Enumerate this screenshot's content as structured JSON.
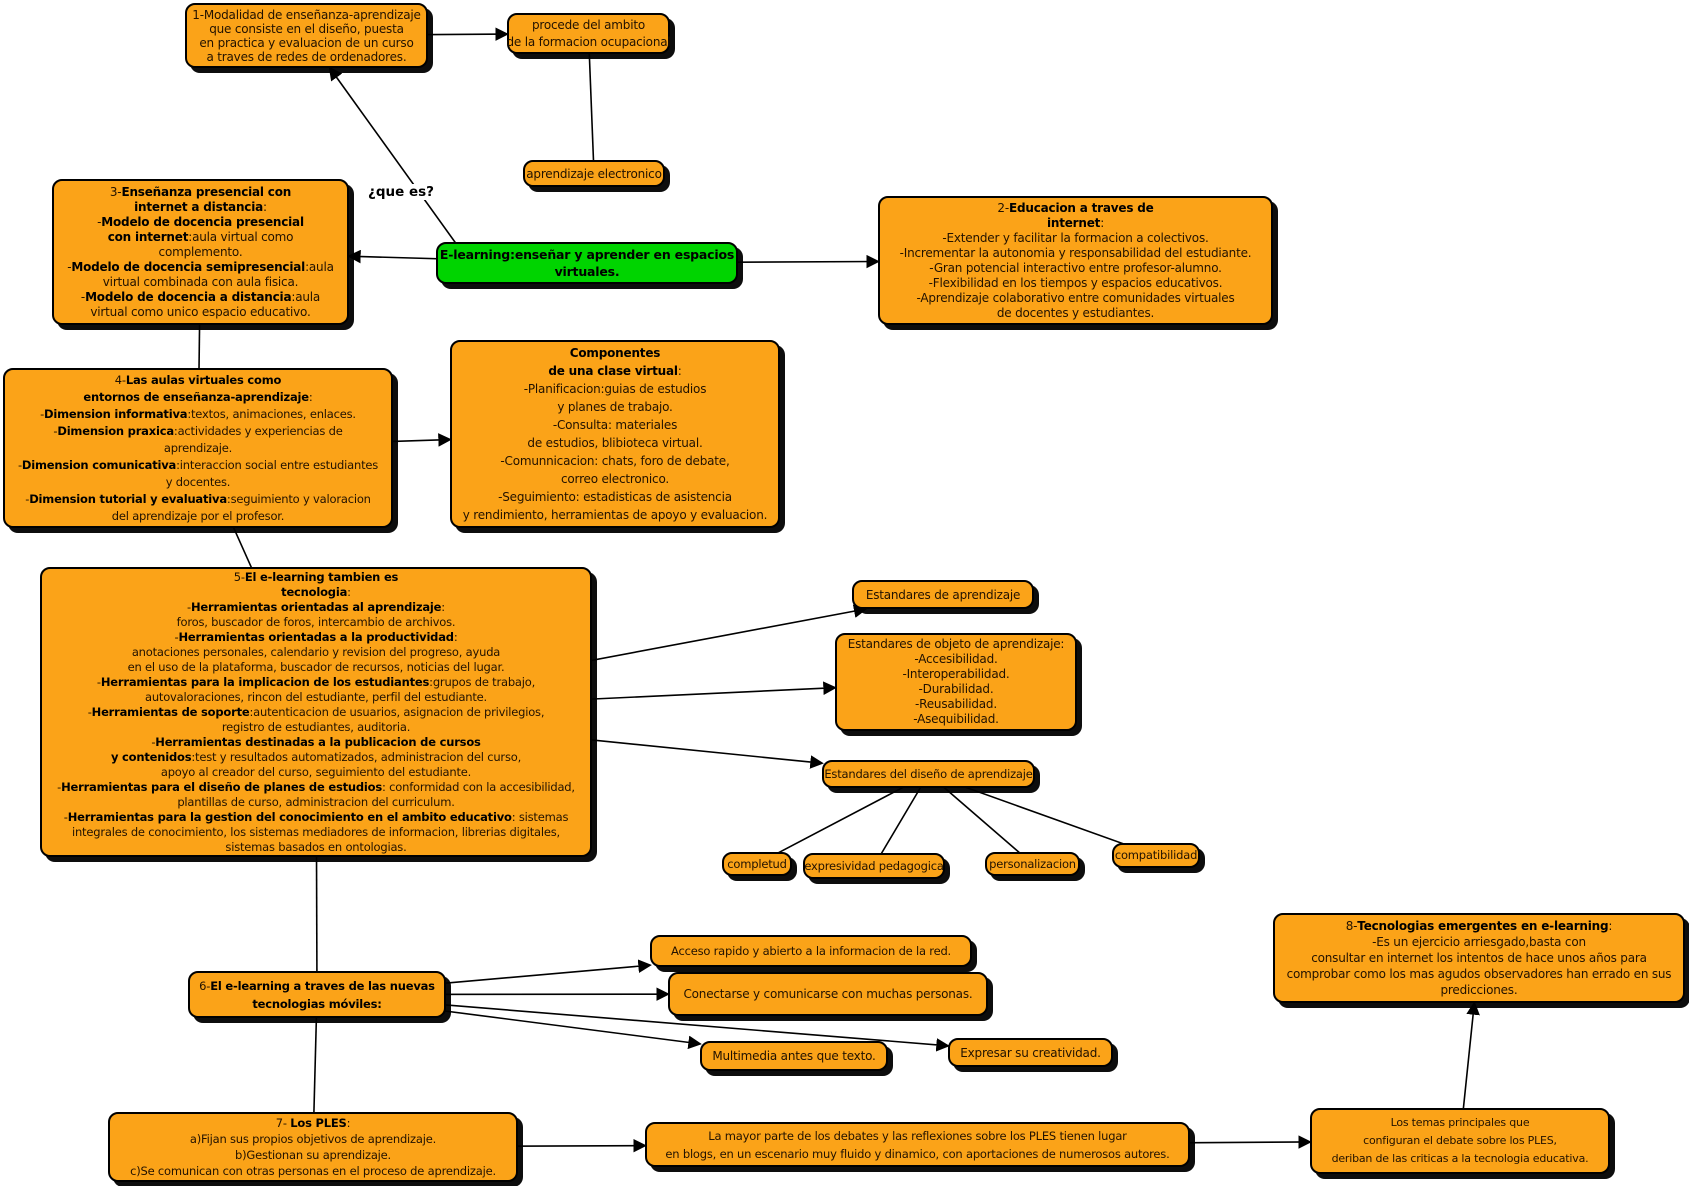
{
  "colors": {
    "node_fill": "#FBA318",
    "highlight_fill": "#00D400",
    "node_border": "#000000",
    "text": "#221200",
    "line": "#000000",
    "background": "#FFFFFF"
  },
  "edge_label": {
    "text": "¿que es?"
  },
  "nodes": [
    {
      "id": "modalidad",
      "kind": "concept",
      "lines": [
        [
          [
            "1-Modalidad de enseñanza-aprendizaje",
            false
          ]
        ],
        [
          [
            "que consiste en el diseño, puesta",
            false
          ]
        ],
        [
          [
            "en practica y evaluacion de un curso",
            false
          ]
        ],
        [
          [
            "a traves de redes de ordenadores.",
            false
          ]
        ]
      ]
    },
    {
      "id": "procede",
      "kind": "concept",
      "lines": [
        [
          [
            "procede del ambito",
            false
          ]
        ],
        [
          [
            "de la formacion ocupacional",
            false
          ]
        ]
      ]
    },
    {
      "id": "aprendizaje_electronico",
      "kind": "concept",
      "lines": [
        [
          [
            "aprendizaje electronico",
            false
          ]
        ]
      ]
    },
    {
      "id": "ensenanza_presencial",
      "kind": "concept",
      "lines": [
        [
          [
            "3-",
            false
          ],
          [
            "Enseñanza presencial con",
            true
          ]
        ],
        [
          [
            "internet a distancia",
            true
          ],
          [
            ":",
            false
          ]
        ],
        [
          [
            "-",
            false
          ],
          [
            "Modelo de docencia presencial",
            true
          ]
        ],
        [
          [
            "con internet",
            true
          ],
          [
            ":aula virtual como",
            false
          ]
        ],
        [
          [
            "complemento.",
            false
          ]
        ],
        [
          [
            "-",
            false
          ],
          [
            "Modelo de docencia semipresencial",
            true
          ],
          [
            ":aula",
            false
          ]
        ],
        [
          [
            "virtual combinada con aula fisica.",
            false
          ]
        ],
        [
          [
            "-",
            false
          ],
          [
            "Modelo de docencia a distancia",
            true
          ],
          [
            ":aula",
            false
          ]
        ],
        [
          [
            "virtual como unico espacio educativo.",
            false
          ]
        ]
      ]
    },
    {
      "id": "elearning",
      "kind": "highlight",
      "lines": [
        [
          [
            "E-learning:enseñar y aprender en espacios",
            true
          ]
        ],
        [
          [
            "virtuales.",
            true
          ]
        ]
      ]
    },
    {
      "id": "educacion_internet",
      "kind": "concept",
      "lines": [
        [
          [
            "2-",
            false
          ],
          [
            "Educacion a traves de",
            true
          ]
        ],
        [
          [
            "internet",
            true
          ],
          [
            ":",
            false
          ]
        ],
        [
          [
            "-Extender y facilitar la formacion a colectivos.",
            false
          ]
        ],
        [
          [
            "-Incrementar la autonomia y responsabilidad del estudiante.",
            false
          ]
        ],
        [
          [
            "-Gran potencial interactivo entre profesor-alumno.",
            false
          ]
        ],
        [
          [
            "-Flexibilidad en los tiempos y espacios educativos.",
            false
          ]
        ],
        [
          [
            "-Aprendizaje colaborativo entre comunidades virtuales",
            false
          ]
        ],
        [
          [
            "de docentes y estudiantes.",
            false
          ]
        ]
      ]
    },
    {
      "id": "aulas_virtuales",
      "kind": "concept",
      "lines": [
        [
          [
            "4-",
            false
          ],
          [
            "Las aulas virtuales como",
            true
          ]
        ],
        [
          [
            "entornos de enseñanza-aprendizaje",
            true
          ],
          [
            ":",
            false
          ]
        ],
        [
          [
            "-",
            false
          ],
          [
            "Dimension informativa",
            true
          ],
          [
            ":textos, animaciones, enlaces.",
            false
          ]
        ],
        [
          [
            "-",
            false
          ],
          [
            "Dimension praxica",
            true
          ],
          [
            ":actividades y experiencias de",
            false
          ]
        ],
        [
          [
            "aprendizaje.",
            false
          ]
        ],
        [
          [
            "-",
            false
          ],
          [
            "Dimension comunicativa",
            true
          ],
          [
            ":interaccion social entre estudiantes",
            false
          ]
        ],
        [
          [
            "y docentes.",
            false
          ]
        ],
        [
          [
            "-",
            false
          ],
          [
            "Dimension tutorial y evaluativa",
            true
          ],
          [
            ":seguimiento y valoracion",
            false
          ]
        ],
        [
          [
            "del aprendizaje por el profesor.",
            false
          ]
        ]
      ]
    },
    {
      "id": "componentes",
      "kind": "concept",
      "lines": [
        [
          [
            "Componentes",
            true
          ]
        ],
        [
          [
            "de una clase virtual",
            true
          ],
          [
            ":",
            false
          ]
        ],
        [
          [
            "-Planificacion:guias de estudios",
            false
          ]
        ],
        [
          [
            "y planes de trabajo.",
            false
          ]
        ],
        [
          [
            "-Consulta: materiales",
            false
          ]
        ],
        [
          [
            "de estudios, blibioteca virtual.",
            false
          ]
        ],
        [
          [
            "-Comunnicacion: chats, foro de debate,",
            false
          ]
        ],
        [
          [
            "correo electronico.",
            false
          ]
        ],
        [
          [
            "-Seguimiento: estadisticas de asistencia",
            false
          ]
        ],
        [
          [
            "y rendimiento, herramientas de apoyo y evaluacion.",
            false
          ]
        ]
      ]
    },
    {
      "id": "tecnologia",
      "kind": "concept",
      "lines": [
        [
          [
            "5-",
            false
          ],
          [
            "El e-learning tambien es",
            true
          ]
        ],
        [
          [
            "tecnologia",
            true
          ],
          [
            ":",
            false
          ]
        ],
        [
          [
            "-",
            false
          ],
          [
            "Herramientas orientadas al aprendizaje",
            true
          ],
          [
            ":",
            false
          ]
        ],
        [
          [
            "foros, buscador de foros, intercambio de archivos.",
            false
          ]
        ],
        [
          [
            "-",
            false
          ],
          [
            "Herramientas orientadas a la productividad",
            true
          ],
          [
            ":",
            false
          ]
        ],
        [
          [
            "anotaciones personales, calendario y revision del progreso, ayuda",
            false
          ]
        ],
        [
          [
            "en el uso de la plataforma, buscador de recursos, noticias del lugar.",
            false
          ]
        ],
        [
          [
            "-",
            false
          ],
          [
            "Herramientas para la implicacion de los estudiantes",
            true
          ],
          [
            ":grupos de trabajo,",
            false
          ]
        ],
        [
          [
            "autovaloraciones, rincon del estudiante, perfil del estudiante.",
            false
          ]
        ],
        [
          [
            "-",
            false
          ],
          [
            "Herramientas de soporte",
            true
          ],
          [
            ":autenticacion de usuarios, asignacion de privilegios,",
            false
          ]
        ],
        [
          [
            "registro de estudiantes, auditoria.",
            false
          ]
        ],
        [
          [
            "-",
            false
          ],
          [
            "Herramientas destinadas a la publicacion de cursos",
            true
          ]
        ],
        [
          [
            "y contenidos",
            true
          ],
          [
            ":test y resultados automatizados, administracion del curso,",
            false
          ]
        ],
        [
          [
            "apoyo al creador del curso, seguimiento del estudiante.",
            false
          ]
        ],
        [
          [
            "-",
            false
          ],
          [
            "Herramientas para el diseño de planes de estudios",
            true
          ],
          [
            ": conformidad con la accesibilidad,",
            false
          ]
        ],
        [
          [
            "plantillas de curso, administracion del curriculum.",
            false
          ]
        ],
        [
          [
            "-",
            false
          ],
          [
            "Herramientas para la gestion del conocimiento en el ambito educativo",
            true
          ],
          [
            ": sistemas",
            false
          ]
        ],
        [
          [
            "integrales de conocimiento, los sistemas mediadores de informacion, librerias digitales,",
            false
          ]
        ],
        [
          [
            "sistemas basados en ontologias.",
            false
          ]
        ]
      ]
    },
    {
      "id": "est_aprendizaje",
      "kind": "concept",
      "lines": [
        [
          [
            "Estandares de aprendizaje",
            false
          ]
        ]
      ]
    },
    {
      "id": "est_objeto",
      "kind": "concept",
      "lines": [
        [
          [
            "Estandares de objeto de aprendizaje:",
            false
          ]
        ],
        [
          [
            "-Accesibilidad.",
            false
          ]
        ],
        [
          [
            "-Interoperabilidad.",
            false
          ]
        ],
        [
          [
            "-Durabilidad.",
            false
          ]
        ],
        [
          [
            "-Reusabilidad.",
            false
          ]
        ],
        [
          [
            "-Asequibilidad.",
            false
          ]
        ]
      ]
    },
    {
      "id": "est_diseno",
      "kind": "concept",
      "lines": [
        [
          [
            "Estandares del diseño de aprendizaje",
            false
          ]
        ]
      ]
    },
    {
      "id": "completud",
      "kind": "concept",
      "lines": [
        [
          [
            "completud",
            false
          ]
        ]
      ]
    },
    {
      "id": "expresividad",
      "kind": "concept",
      "lines": [
        [
          [
            "expresividad pedagogica",
            false
          ]
        ]
      ]
    },
    {
      "id": "personalizacion",
      "kind": "concept",
      "lines": [
        [
          [
            "personalizacion",
            false
          ]
        ]
      ]
    },
    {
      "id": "compatibilidad",
      "kind": "concept",
      "lines": [
        [
          [
            "compatibilidad",
            false
          ]
        ]
      ]
    },
    {
      "id": "moviles",
      "kind": "concept",
      "lines": [
        [
          [
            "6-",
            false
          ],
          [
            "El e-learning a traves de las nuevas",
            true
          ]
        ],
        [
          [
            "tecnologias móviles:",
            true
          ]
        ]
      ]
    },
    {
      "id": "acceso",
      "kind": "concept",
      "lines": [
        [
          [
            "Acceso rapido y abierto a la informacion de la red.",
            false
          ]
        ]
      ]
    },
    {
      "id": "conectarse",
      "kind": "concept",
      "lines": [
        [
          [
            "Conectarse y comunicarse con muchas personas.",
            false
          ]
        ]
      ]
    },
    {
      "id": "multimedia",
      "kind": "concept",
      "lines": [
        [
          [
            "Multimedia antes que texto.",
            false
          ]
        ]
      ]
    },
    {
      "id": "expresar",
      "kind": "concept",
      "lines": [
        [
          [
            "Expresar su creatividad.",
            false
          ]
        ]
      ]
    },
    {
      "id": "emergentes",
      "kind": "concept",
      "lines": [
        [
          [
            "8-",
            false
          ],
          [
            "Tecnologias emergentes en e-learning",
            true
          ],
          [
            ":",
            false
          ]
        ],
        [
          [
            "-Es un ejercicio arriesgado,basta con",
            false
          ]
        ],
        [
          [
            "consultar en internet los intentos de hace unos años para",
            false
          ]
        ],
        [
          [
            "comprobar como los mas agudos observadores han errado en sus",
            false
          ]
        ],
        [
          [
            "predicciones.",
            false
          ]
        ]
      ]
    },
    {
      "id": "ples",
      "kind": "concept",
      "lines": [
        [
          [
            "7- ",
            false
          ],
          [
            "Los PLES",
            true
          ],
          [
            ":",
            false
          ]
        ],
        [
          [
            "a)Fijan sus propios objetivos de aprendizaje.",
            false
          ]
        ],
        [
          [
            "b)Gestionan su aprendizaje.",
            false
          ]
        ],
        [
          [
            "c)Se comunican con otras personas en el proceso de aprendizaje.",
            false
          ]
        ]
      ]
    },
    {
      "id": "debates",
      "kind": "concept",
      "lines": [
        [
          [
            "La mayor parte de los debates y las reflexiones sobre los PLES tienen lugar",
            false
          ]
        ],
        [
          [
            "en blogs, en un escenario muy fluido y dinamico, con aportaciones de numerosos autores.",
            false
          ]
        ]
      ]
    },
    {
      "id": "temas",
      "kind": "concept",
      "lines": [
        [
          [
            "Los temas principales que",
            false
          ]
        ],
        [
          [
            "configuran el debate sobre los PLES,",
            false
          ]
        ],
        [
          [
            "deriban de las criticas a la tecnologia educativa.",
            false
          ]
        ]
      ]
    }
  ],
  "connections": [
    {
      "from": "modalidad",
      "to": "procede",
      "arrow": true
    },
    {
      "from": "procede",
      "to": "aprendizaje_electronico",
      "arrow": false
    },
    {
      "from": "elearning",
      "to": "modalidad",
      "arrow": true,
      "label": "que_es"
    },
    {
      "from": "elearning",
      "to": "ensenanza_presencial",
      "arrow": true
    },
    {
      "from": "elearning",
      "to": "educacion_internet",
      "arrow": true
    },
    {
      "from": "ensenanza_presencial",
      "to": "aulas_virtuales",
      "arrow": false
    },
    {
      "from": "aulas_virtuales",
      "to": "componentes",
      "arrow": true
    },
    {
      "from": "aulas_virtuales",
      "to": "tecnologia",
      "arrow": false
    },
    {
      "from": "tecnologia",
      "to": "est_aprendizaje",
      "arrow": true
    },
    {
      "from": "tecnologia",
      "to": "est_objeto",
      "arrow": true
    },
    {
      "from": "tecnologia",
      "to": "est_diseno",
      "arrow": true
    },
    {
      "from": "est_diseno",
      "to": "completud",
      "arrow": false
    },
    {
      "from": "est_diseno",
      "to": "expresividad",
      "arrow": false
    },
    {
      "from": "est_diseno",
      "to": "personalizacion",
      "arrow": false
    },
    {
      "from": "est_diseno",
      "to": "compatibilidad",
      "arrow": false
    },
    {
      "from": "tecnologia",
      "to": "moviles",
      "arrow": false
    },
    {
      "from": "moviles",
      "to": "acceso",
      "arrow": true
    },
    {
      "from": "moviles",
      "to": "conectarse",
      "arrow": true
    },
    {
      "from": "moviles",
      "to": "multimedia",
      "arrow": true
    },
    {
      "from": "moviles",
      "to": "expresar",
      "arrow": true
    },
    {
      "from": "moviles",
      "to": "ples",
      "arrow": false
    },
    {
      "from": "ples",
      "to": "debates",
      "arrow": true
    },
    {
      "from": "debates",
      "to": "temas",
      "arrow": true
    },
    {
      "from": "temas",
      "to": "emergentes",
      "arrow": true
    }
  ]
}
